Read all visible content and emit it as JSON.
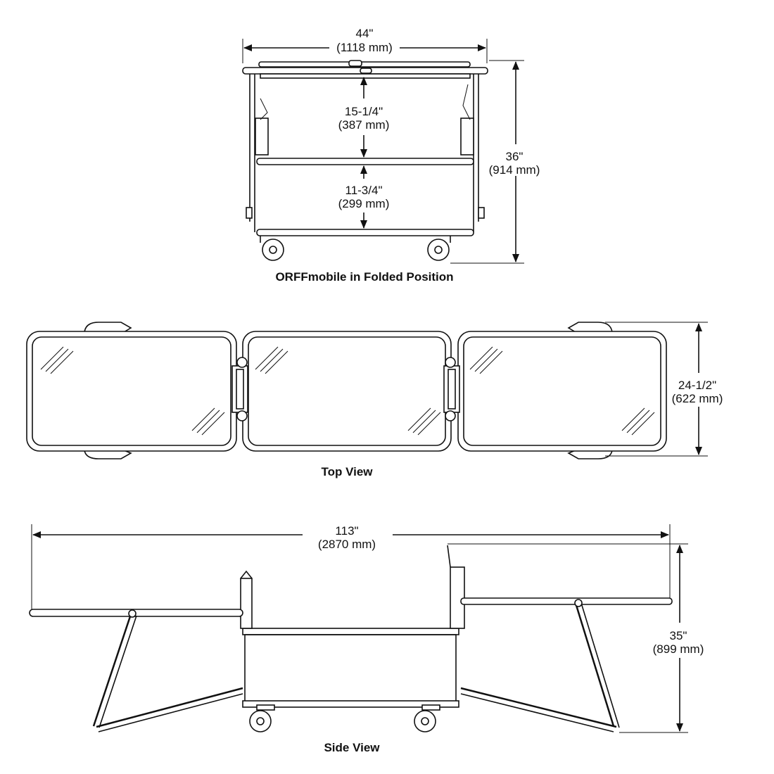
{
  "folded_view": {
    "caption": "ORFFmobile in Folded Position",
    "width_in": "44\"",
    "width_mm": "(1118 mm)",
    "upper_shelf_in": "15-1/4\"",
    "upper_shelf_mm": "(387 mm)",
    "lower_shelf_in": "11-3/4\"",
    "lower_shelf_mm": "(299 mm)",
    "height_in": "36\"",
    "height_mm": "(914 mm)"
  },
  "top_view": {
    "caption": "Top View",
    "depth_in": "24-1/2\"",
    "depth_mm": "(622 mm)"
  },
  "side_view": {
    "caption": "Side View",
    "length_in": "113\"",
    "length_mm": "(2870 mm)",
    "height_in": "35\"",
    "height_mm": "(899 mm)"
  }
}
